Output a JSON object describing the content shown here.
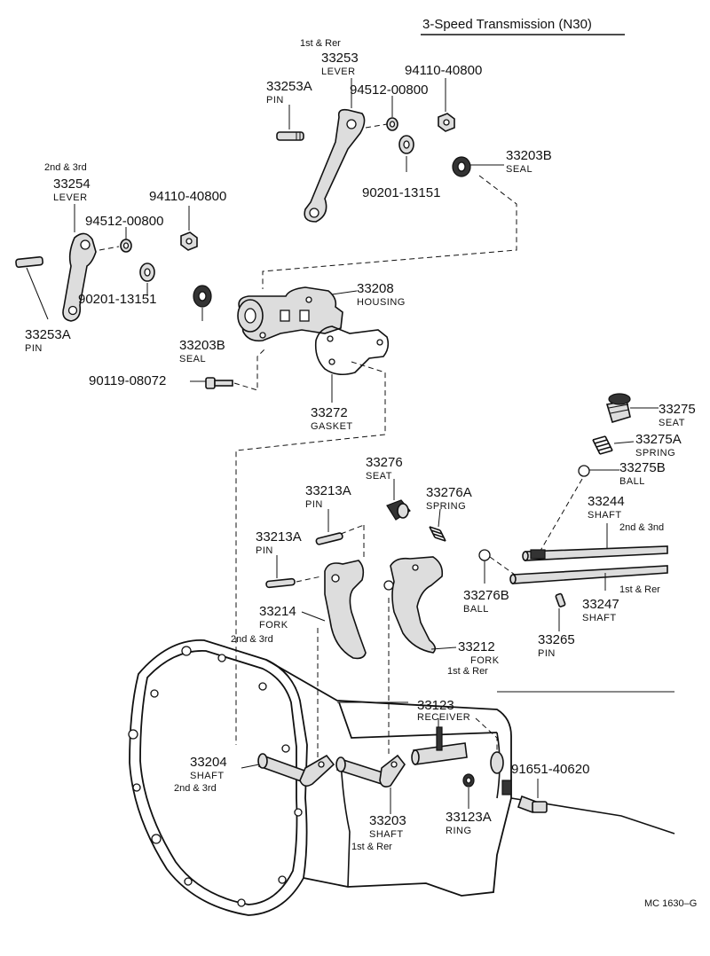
{
  "title": "3-Speed Transmission (N30)",
  "figure_code": "MC 1630–G",
  "callouts": {
    "p33253_note": "1st & Rer",
    "p33253": "33253",
    "p33253_name": "LEVER",
    "p33253A_top": "33253A",
    "p33253A_top_name": "PIN",
    "p94110_top": "94110-40800",
    "p94512_top": "94512-00800",
    "p33203B_top": "33203B",
    "p33203B_top_name": "SEAL",
    "p90201_top": "90201-13151",
    "p33254_note": "2nd & 3rd",
    "p33254": "33254",
    "p33254_name": "LEVER",
    "p94110_left": "94110-40800",
    "p94512_left": "94512-00800",
    "p33253A_left": "33253A",
    "p33253A_left_name": "PIN",
    "p90201_left": "90201-13151",
    "p33203B_left": "33203B",
    "p33203B_left_name": "SEAL",
    "p33208": "33208",
    "p33208_name": "HOUSING",
    "p90119": "90119-08072",
    "p33272": "33272",
    "p33272_name": "GASKET",
    "p33275": "33275",
    "p33275_name": "SEAT",
    "p33275A": "33275A",
    "p33275A_name": "SPRING",
    "p33275B": "33275B",
    "p33275B_name": "BALL",
    "p33276": "33276",
    "p33276_name": "SEAT",
    "p33276A": "33276A",
    "p33276A_name": "SPRING",
    "p33213A_a": "33213A",
    "p33213A_a_name": "PIN",
    "p33213A_b": "33213A",
    "p33213A_b_name": "PIN",
    "p33244": "33244",
    "p33244_name": "SHAFT",
    "p33244_note": "2nd & 3nd",
    "p33276B": "33276B",
    "p33276B_name": "BALL",
    "p33247": "33247",
    "p33247_name": "SHAFT",
    "p33247_note": "1st & Rer",
    "p33265": "33265",
    "p33265_name": "PIN",
    "p33214": "33214",
    "p33214_name": "FORK",
    "p33214_note": "2nd & 3rd",
    "p33212": "33212",
    "p33212_name": "FORK",
    "p33212_note": "1st & Rer",
    "p33123": "33123",
    "p33123_name": "RECEIVER",
    "p33204": "33204",
    "p33204_name": "SHAFT",
    "p33204_note": "2nd & 3rd",
    "p91651": "91651-40620",
    "p33203": "33203",
    "p33203_name": "SHAFT",
    "p33203_note": "1st & Rer",
    "p33123A": "33123A",
    "p33123A_name": "RING"
  }
}
